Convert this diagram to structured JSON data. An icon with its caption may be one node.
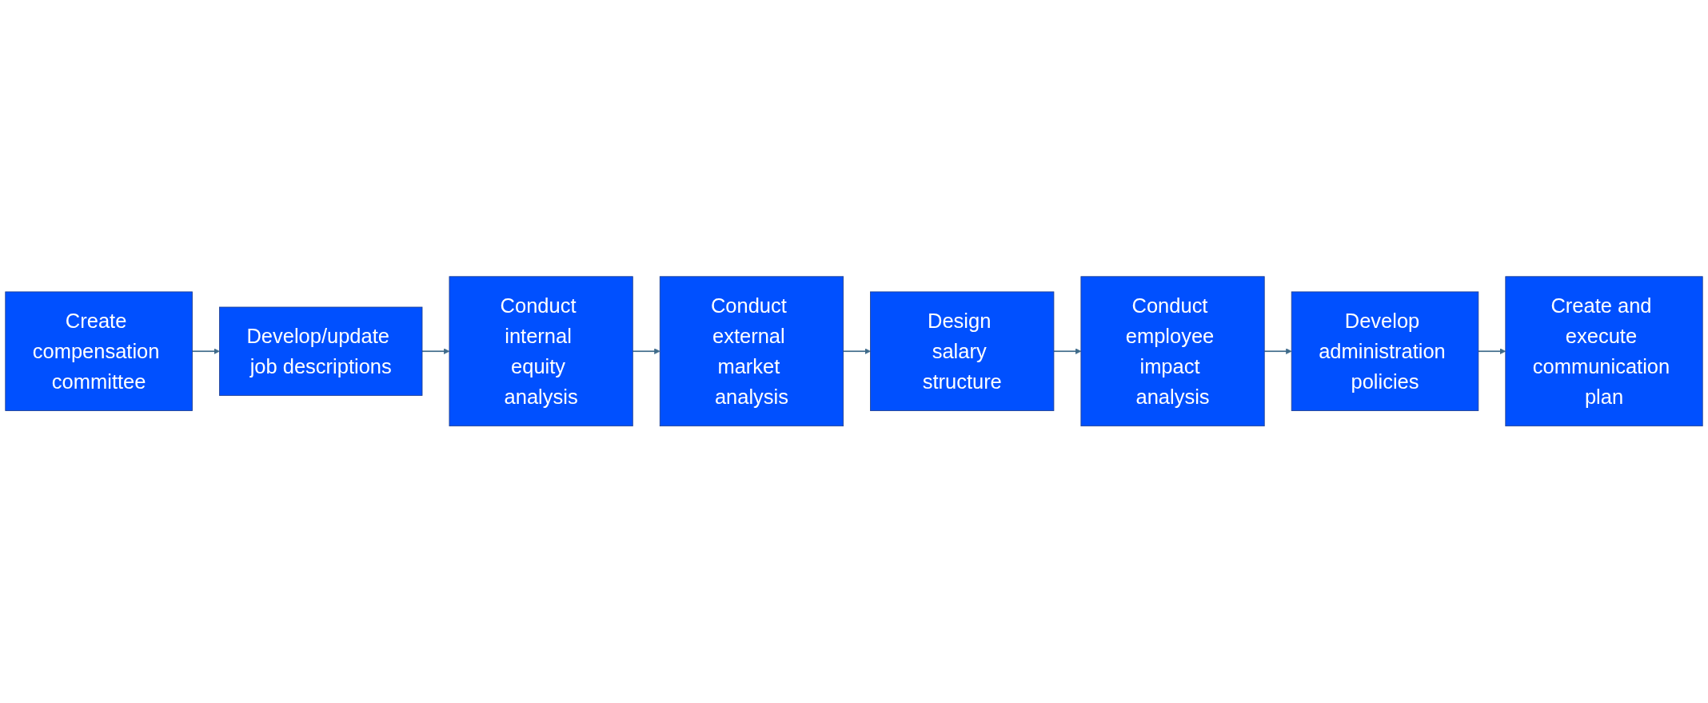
{
  "diagram": {
    "nodes": [
      {
        "text": [
          "Create compensation committee"
        ]
      },
      {
        "text": [
          "Develop/update job descriptions"
        ]
      },
      {
        "text": [
          "Conduct internal equity analysis"
        ]
      },
      {
        "text": [
          "Conduct external market analysis"
        ]
      },
      {
        "text": [
          "Design salary structure"
        ]
      },
      {
        "text": [
          "Conduct employee impact analysis"
        ]
      },
      {
        "text": [
          "Develop administration policies"
        ]
      },
      {
        "text": [
          "Create and execute communication plan"
        ]
      }
    ],
    "edges": [
      {
        "from": 0,
        "to": 1,
        "arrow": "to"
      },
      {
        "from": 1,
        "to": 2,
        "arrow": "to"
      },
      {
        "from": 2,
        "to": 3,
        "arrow": "to"
      },
      {
        "from": 3,
        "to": 4,
        "arrow": "to"
      },
      {
        "from": 4,
        "to": 5,
        "arrow": "to"
      },
      {
        "from": 5,
        "to": 6,
        "arrow": "to"
      },
      {
        "from": 6,
        "to": 7,
        "arrow": "to"
      }
    ]
  }
}
